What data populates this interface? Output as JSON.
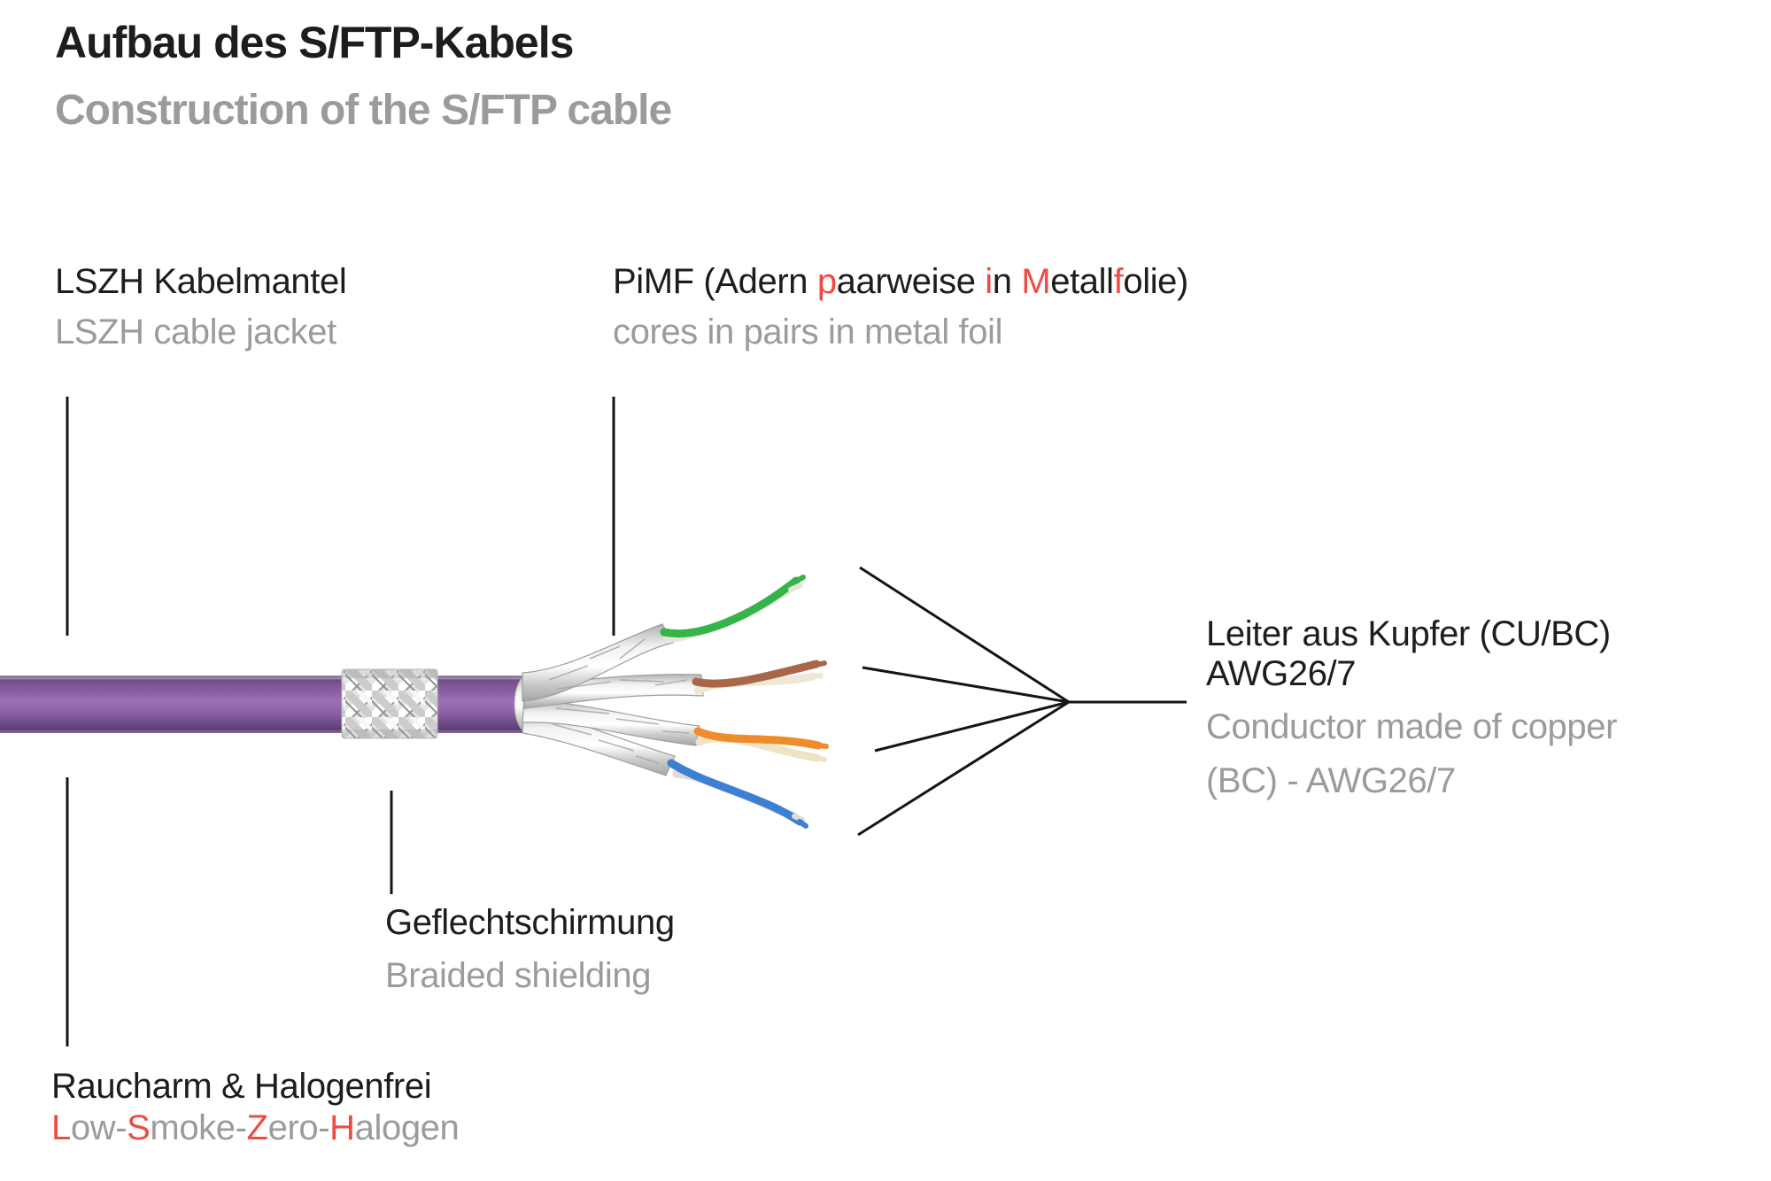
{
  "title": {
    "de": "Aufbau des S/FTP-Kabels",
    "en": "Construction of the S/FTP cable"
  },
  "labels": {
    "jacket": {
      "de": "LSZH Kabelmantel",
      "en": "LSZH cable jacket"
    },
    "pimf": {
      "de_parts": [
        {
          "t": "PiMF (Adern "
        },
        {
          "t": "p",
          "red": true
        },
        {
          "t": "aarweise "
        },
        {
          "t": "i",
          "red": true
        },
        {
          "t": "n "
        },
        {
          "t": "M",
          "red": true
        },
        {
          "t": "etall"
        },
        {
          "t": "f",
          "red": true
        },
        {
          "t": "olie)"
        }
      ],
      "en": "cores in pairs in metal foil"
    },
    "conductor": {
      "de_line1": "Leiter aus Kupfer (CU/BC)",
      "de_line2": "AWG26/7",
      "en_line1": "Conductor made of copper",
      "en_line2": "(BC) - AWG26/7"
    },
    "braid": {
      "de": "Geflechtschirmung",
      "en": "Braided shielding"
    },
    "halogen": {
      "de": "Raucharm & Halogenfrei",
      "en_parts": [
        {
          "t": "L",
          "red": true
        },
        {
          "t": "ow-"
        },
        {
          "t": "S",
          "red": true
        },
        {
          "t": "moke-"
        },
        {
          "t": "Z",
          "red": true
        },
        {
          "t": "ero-"
        },
        {
          "t": "H",
          "red": true
        },
        {
          "t": "alogen"
        }
      ]
    }
  },
  "diagram": {
    "cable_type": "S/FTP",
    "wire_pairs": [
      "green-white",
      "brown-white",
      "orange-white",
      "blue-white"
    ],
    "parts": [
      "LSZH jacket",
      "braided shielding",
      "foil-wrapped pairs (PiMF)",
      "copper conductors AWG26/7"
    ]
  },
  "colors": {
    "jacket_purple": "#8a5ba6",
    "pair_green": "#35b44a",
    "pair_brown": "#a9674a",
    "pair_orange": "#ee8c2d",
    "pair_blue": "#3d7fd0",
    "foil_silver": "#d9d9d9",
    "text_black": "#1d1d1b",
    "text_gray": "#9b9b9b",
    "accent_red": "#ef4b44",
    "callout_line": "#141414"
  }
}
